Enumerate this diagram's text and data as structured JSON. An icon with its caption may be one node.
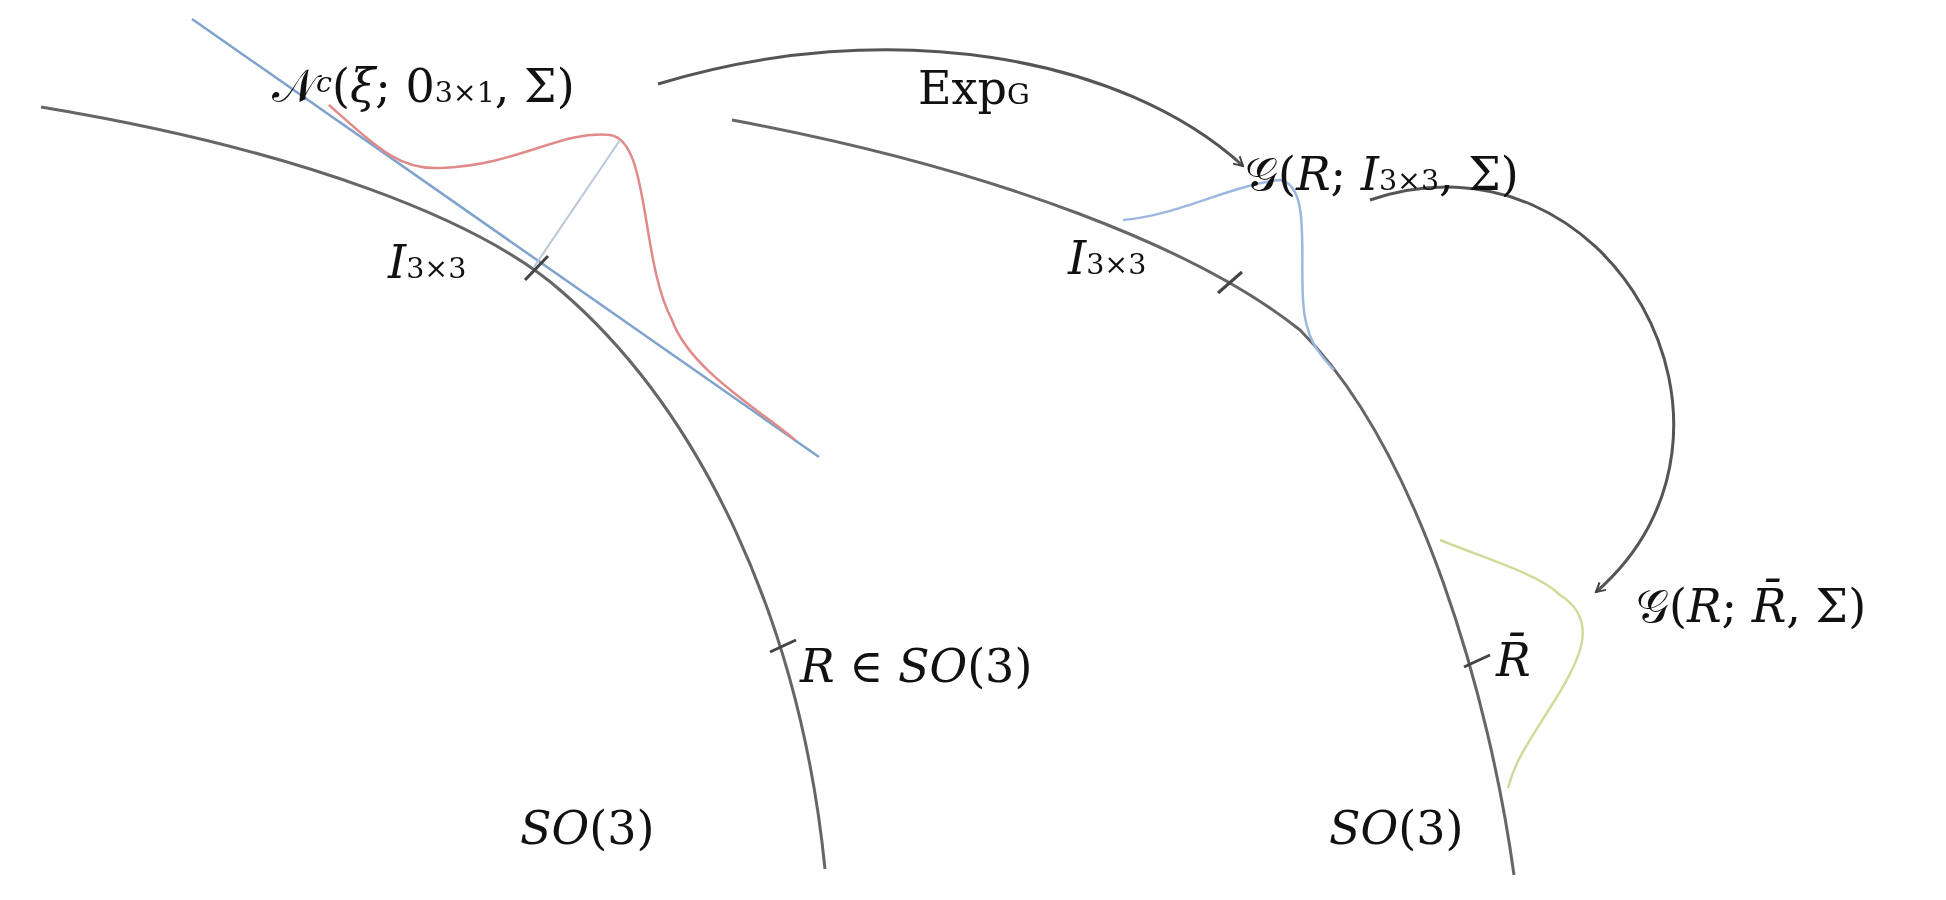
{
  "diagram": {
    "nodes": [
      {
        "text": [
          "𝒩$^{c}$(*ξ*; 0$_{3×1}$, Σ)"
        ]
      },
      {
        "text": [
          "𝒢(*R*; *I*$_{3×3}$, Σ)"
        ]
      },
      {
        "text": [
          "𝒢(*R*; *R̄*, Σ)"
        ]
      }
    ],
    "edges": [
      {
        "from": 0,
        "to": 1,
        "arrow": "to",
        "label": "Exp$_{G}$"
      },
      {
        "from": 1,
        "to": 2,
        "arrow": "to"
      }
    ],
    "labels": [
      "*I*$_{3×3}$",
      "*I*$_{3×3}$",
      "*R* ∈ *SO*(3)",
      "*R̄*",
      "*SO*(3)",
      "*SO*(3)"
    ]
  }
}
